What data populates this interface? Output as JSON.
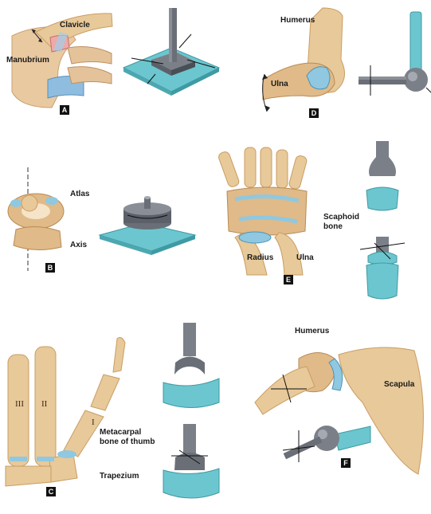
{
  "panels": {
    "A": {
      "tag": "A",
      "labels": {
        "clavicle": "Clavicle",
        "manubrium": "Manubrium"
      }
    },
    "B": {
      "tag": "B",
      "labels": {
        "atlas": "Atlas",
        "axis": "Axis"
      }
    },
    "C": {
      "tag": "C",
      "labels": {
        "metacarpal": "Metacarpal\nbone of thumb",
        "trapezium": "Trapezium",
        "digit3": "III",
        "digit2": "II",
        "digit1": "I"
      }
    },
    "D": {
      "tag": "D",
      "labels": {
        "humerus": "Humerus",
        "ulna": "Ulna"
      }
    },
    "E": {
      "tag": "E",
      "labels": {
        "scaphoid": "Scaphoid\nbone",
        "radius": "Radius",
        "ulna": "Ulna"
      }
    },
    "F": {
      "tag": "F",
      "labels": {
        "humerus": "Humerus",
        "scapula": "Scapula"
      }
    }
  },
  "colors": {
    "bone": "#e8c99a",
    "bone_dark": "#c99d63",
    "cartilage": "#8fc8e0",
    "model_teal": "#6cc6cf",
    "model_gray": "#7b8088"
  }
}
